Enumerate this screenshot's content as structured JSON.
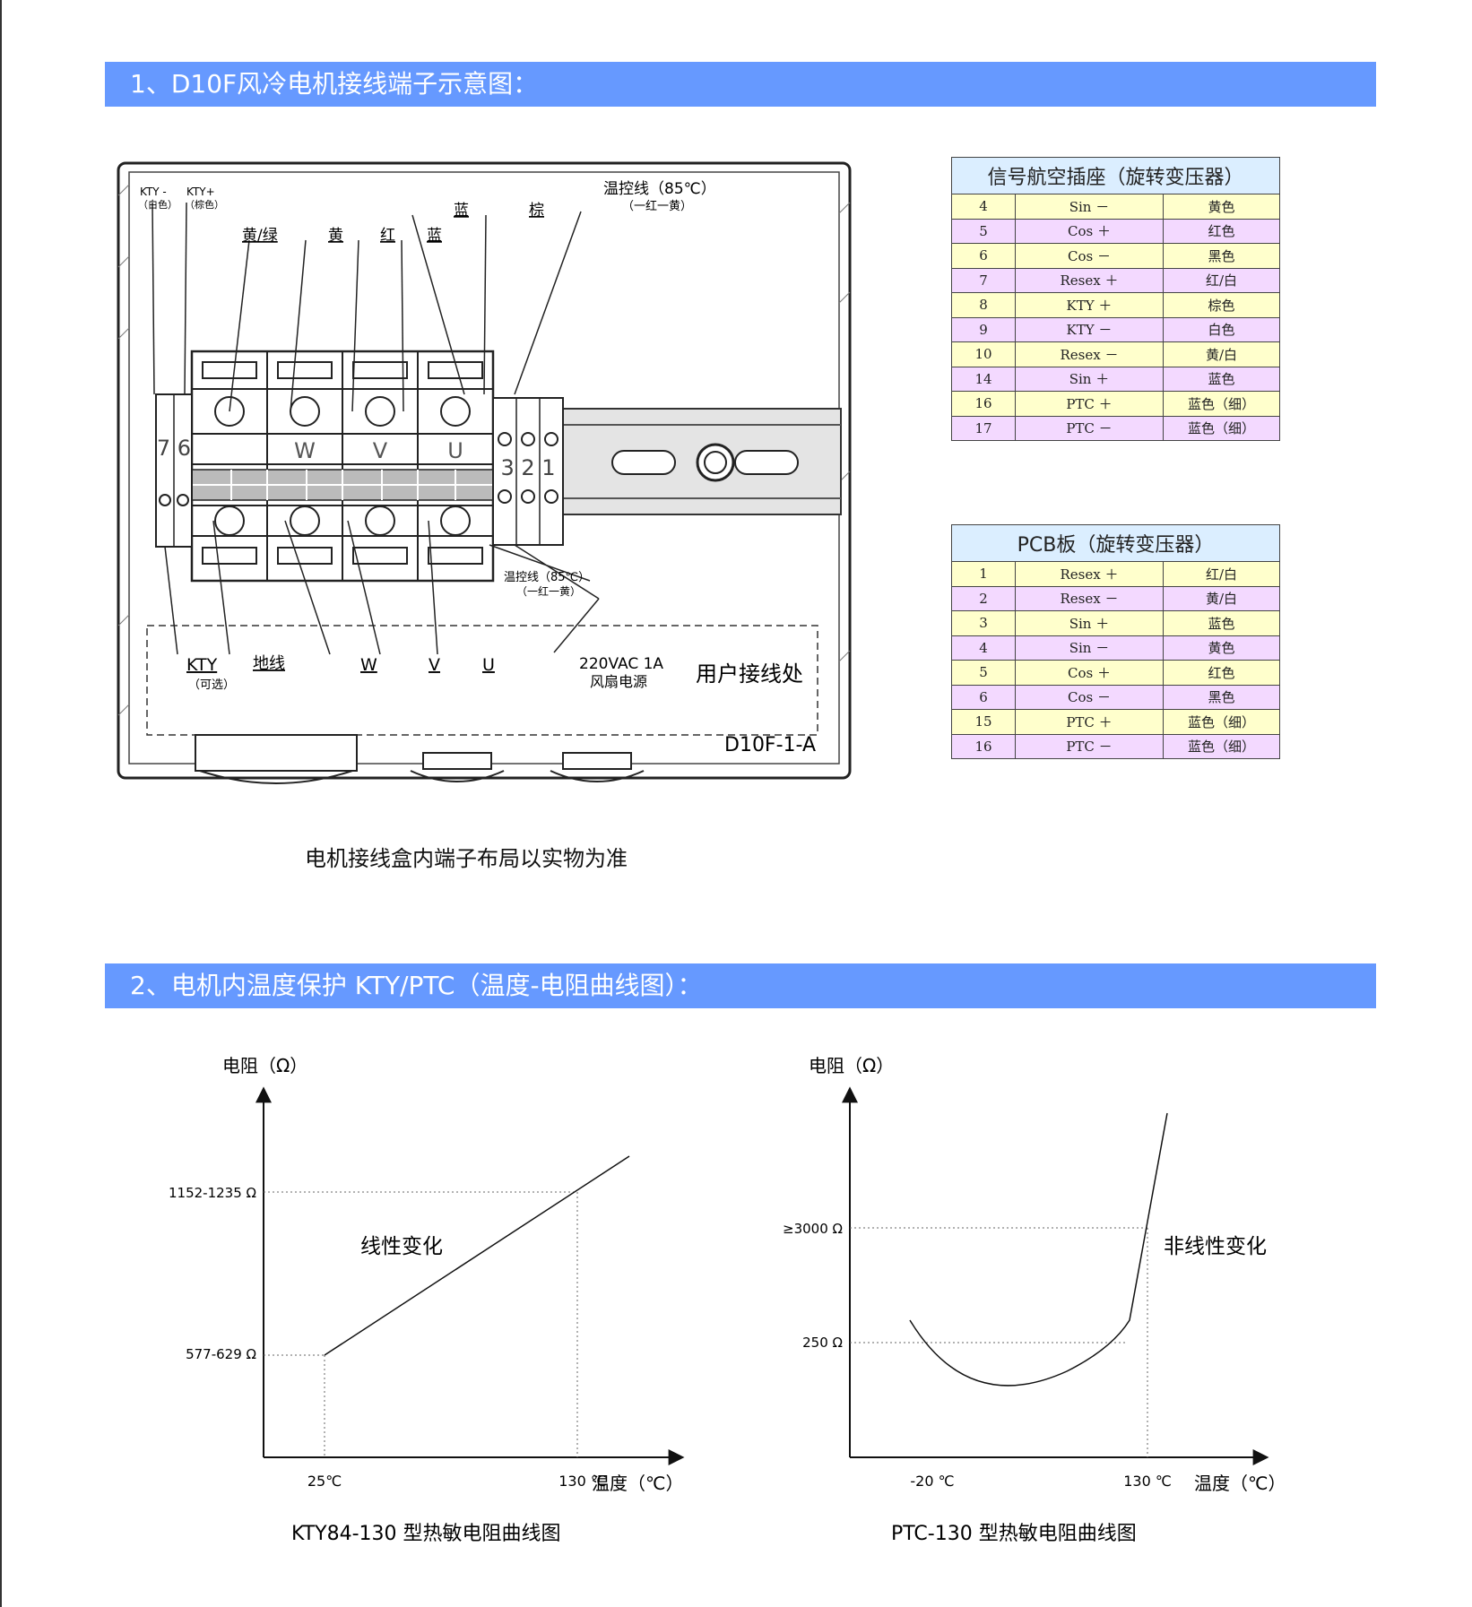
{
  "section1": {
    "title": "1、D10F风冷电机接线端子示意图："
  },
  "section2": {
    "title": "2、电机内温度保护 KTY/PTC（温度-电阻曲线图）："
  },
  "wiring_diagram": {
    "labels": {
      "kty_minus": "KTY -",
      "kty_minus_color": "（白色）",
      "kty_plus": "KTY+",
      "kty_plus_color": "（棕色）",
      "yellow_green": "黄/绿",
      "yellow": "黄",
      "red": "红",
      "blue1": "蓝",
      "blue2": "蓝",
      "brown": "棕",
      "thermo_top": "温控线（85℃）",
      "thermo_top_sub": "（一红一黄）",
      "terminals_left": "7 6",
      "terminal_w": "W",
      "terminal_v": "V",
      "terminal_u": "U",
      "terminals_right": "3 2 1",
      "thermo_bottom": "温控线（85℃）",
      "thermo_bottom_sub": "（一红一黄）",
      "kty": "KTY",
      "kty_optional": "（可选）",
      "ground": "地线",
      "w": "W",
      "v": "V",
      "u": "U",
      "fan_power": "220VAC 1A",
      "fan_power_sub": "风扇电源",
      "user_wiring": "用户接线处",
      "model": "D10F-1-A"
    },
    "caption": "电机接线盒内端子布局以实物为准"
  },
  "table1": {
    "title": "信号航空插座（旋转变压器）",
    "rows": [
      {
        "pin": "4",
        "signal": "Sin －",
        "color": "黄色"
      },
      {
        "pin": "5",
        "signal": "Cos ＋",
        "color": "红色"
      },
      {
        "pin": "6",
        "signal": "Cos －",
        "color": "黑色"
      },
      {
        "pin": "7",
        "signal": "Resex ＋",
        "color": "红/白"
      },
      {
        "pin": "8",
        "signal": "KTY ＋",
        "color": "棕色"
      },
      {
        "pin": "9",
        "signal": "KTY －",
        "color": "白色"
      },
      {
        "pin": "10",
        "signal": "Resex －",
        "color": "黄/白"
      },
      {
        "pin": "14",
        "signal": "Sin ＋",
        "color": "蓝色"
      },
      {
        "pin": "16",
        "signal": "PTC ＋",
        "color": "蓝色（细）"
      },
      {
        "pin": "17",
        "signal": "PTC －",
        "color": "蓝色（细）"
      }
    ]
  },
  "table2": {
    "title": "PCB板（旋转变压器）",
    "rows": [
      {
        "pin": "1",
        "signal": "Resex ＋",
        "color": "红/白"
      },
      {
        "pin": "2",
        "signal": "Resex －",
        "color": "黄/白"
      },
      {
        "pin": "3",
        "signal": "Sin ＋",
        "color": "蓝色"
      },
      {
        "pin": "4",
        "signal": "Sin －",
        "color": "黄色"
      },
      {
        "pin": "5",
        "signal": "Cos ＋",
        "color": "红色"
      },
      {
        "pin": "6",
        "signal": "Cos －",
        "color": "黑色"
      },
      {
        "pin": "15",
        "signal": "PTC ＋",
        "color": "蓝色（细）"
      },
      {
        "pin": "16",
        "signal": "PTC －",
        "color": "蓝色（细）"
      }
    ]
  },
  "chart_data": [
    {
      "type": "line",
      "caption": "KTY84-130 型热敏电阻曲线图",
      "ylabel": "电阻（Ω）",
      "xlabel": "温度（℃）",
      "x_ticks": [
        "25℃",
        "130 ℃"
      ],
      "y_ticks": [
        "577-629 Ω",
        "1152-1235 Ω"
      ],
      "annotation": "线性变化",
      "series": [
        {
          "x": [
            25,
            130
          ],
          "y": [
            "577-629",
            "1152-1235"
          ]
        }
      ]
    },
    {
      "type": "line",
      "caption": "PTC-130 型热敏电阻曲线图",
      "ylabel": "电阻（Ω）",
      "xlabel": "温度（℃）",
      "x_ticks": [
        "-20 ℃",
        "130 ℃"
      ],
      "y_ticks": [
        "250 Ω",
        "≥3000 Ω"
      ],
      "annotation": "非线性变化",
      "series": [
        {
          "x": [
            -20,
            130
          ],
          "y": [
            250,
            3000
          ]
        }
      ]
    }
  ]
}
